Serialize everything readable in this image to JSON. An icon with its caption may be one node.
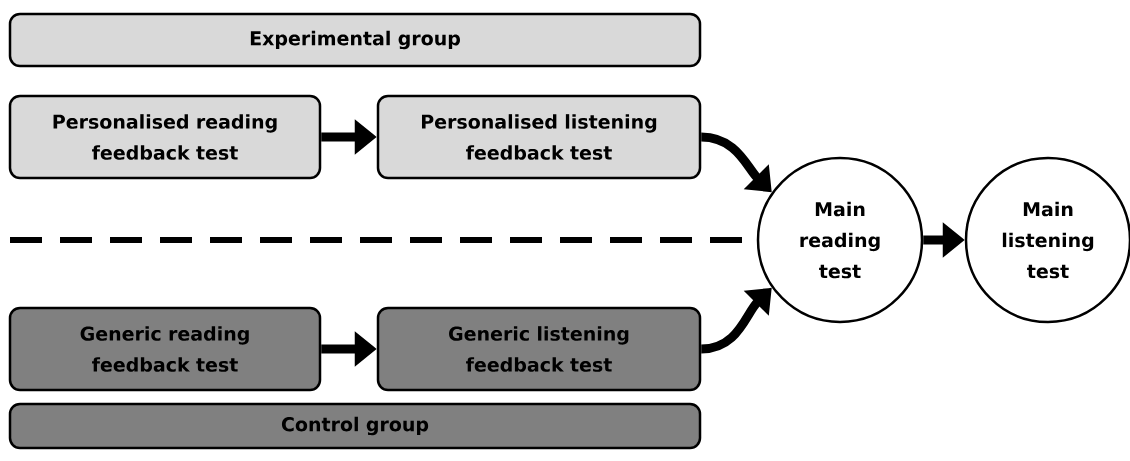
{
  "diagram": {
    "nodes": [
      {
        "text": [
          "Experimental group"
        ]
      },
      {
        "text": [
          "Personalised reading feedback test"
        ]
      },
      {
        "text": [
          "Personalised listening feedback test"
        ]
      },
      {
        "text": [
          "Main reading test"
        ]
      },
      {
        "text": [
          "Main listening test"
        ]
      },
      {
        "text": [
          "Generic reading feedback test"
        ]
      },
      {
        "text": [
          "Generic listening feedback test"
        ]
      },
      {
        "text": [
          "Control group"
        ]
      }
    ],
    "edges": [
      {
        "from": 1,
        "to": 2,
        "arrow": "to"
      },
      {
        "from": 2,
        "to": 3,
        "arrow": "to"
      },
      {
        "from": 3,
        "to": 4,
        "arrow": "to"
      },
      {
        "from": 5,
        "to": 6,
        "arrow": "to"
      },
      {
        "from": 6,
        "to": 3,
        "arrow": "to"
      }
    ]
  }
}
